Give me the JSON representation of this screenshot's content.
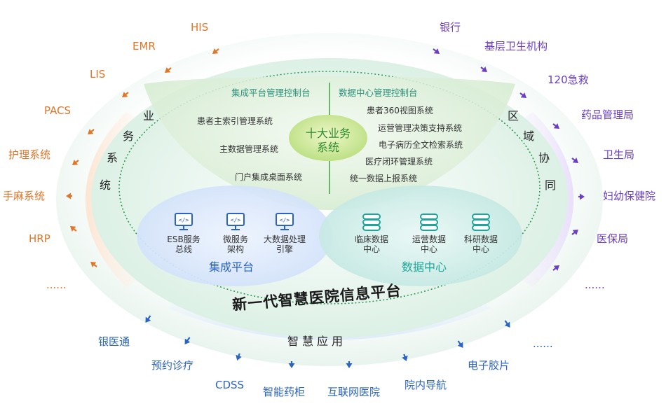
{
  "left_systems": [
    "HIS",
    "EMR",
    "LIS",
    "PACS",
    "护理系统",
    "手麻系统",
    "HRP",
    "......"
  ],
  "right_systems": [
    "银行",
    "基层卫生机构",
    "120急救",
    "药品管理局",
    "卫生局",
    "妇幼保健院",
    "医保局",
    "......"
  ],
  "bottom_apps": [
    "银医通",
    "预约诊疗",
    "CDSS",
    "智能药柜",
    "互联网医院",
    "院内导航",
    "电子胶片",
    "......"
  ],
  "business_label": [
    "业",
    "务",
    "系",
    "统"
  ],
  "region_label": [
    "区",
    "域",
    "协",
    "同"
  ],
  "core": {
    "line1": "十大业务",
    "line2": "系统"
  },
  "green_items": [
    "集成平台管理控制台",
    "数据中心管理控制台"
  ],
  "left_modules": [
    "患者主索引管理系统",
    "主数据管理系统",
    "门户集成桌面系统"
  ],
  "right_modules": [
    "患者360视图系统",
    "运营管理决策支持系统",
    "电子病历全文检索系统",
    "医疗闭环管理系统",
    "统一数据上报系统"
  ],
  "integration": {
    "title": "集成平台",
    "items": [
      {
        "line1": "ESB服务",
        "line2": "总线"
      },
      {
        "line1": "微服务",
        "line2": "架构"
      },
      {
        "line1": "大数据处理",
        "line2": "引擎"
      }
    ]
  },
  "datacenter": {
    "title": "数据中心",
    "items": [
      {
        "line1": "临床数据",
        "line2": "中心"
      },
      {
        "line1": "运营数据",
        "line2": "中心"
      },
      {
        "line1": "科研数据",
        "line2": "中心"
      }
    ]
  },
  "platform_title": "新一代智慧医院信息平台",
  "apps_title": "智慧应用",
  "colors": {
    "orange": "#e0762a",
    "purple": "#6b3fc4",
    "blue": "#2a63c4",
    "green": "#2a8f7a",
    "teal": "#1fa59a"
  }
}
